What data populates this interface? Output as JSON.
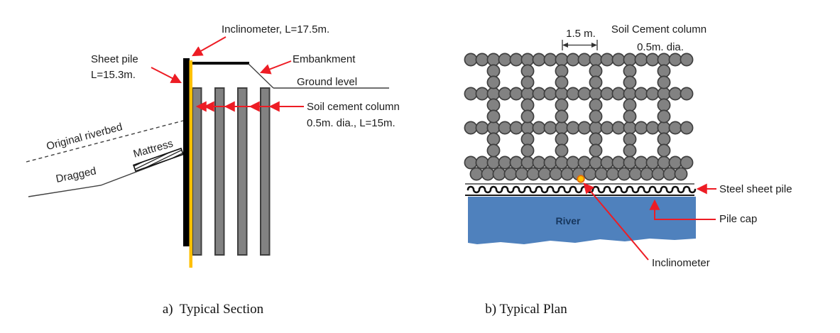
{
  "figure": {
    "section": {
      "caption": "a)  Typical Section",
      "labels": {
        "inclinometer": "Inclinometer, L=17.5m.",
        "sheet_pile_line1": "Sheet pile",
        "sheet_pile_line2": "L=15.3m.",
        "embankment": "Embankment",
        "ground_level": "Ground level",
        "soil_cement_column_line1": "Soil cement column",
        "soil_cement_column_line2": "0.5m. dia., L=15m.",
        "original_riverbed": "Original riverbed",
        "dragged": "Dragged",
        "mattress": "Mattress"
      }
    },
    "plan": {
      "caption": "b) Typical Plan",
      "labels": {
        "spacing_dimension": "1.5 m.",
        "soil_cement_column_line1": "Soil Cement column",
        "soil_cement_column_line2": "0.5m. dia.",
        "river": "River",
        "steel_sheet_pile": "Steel sheet pile",
        "pile_cap": "Pile cap",
        "inclinometer": "Inclinometer"
      },
      "grid": {
        "column_diameter_m": 0.5,
        "column_spacing_m": 1.5
      }
    },
    "colors": {
      "arrow_red": "#ED1C24",
      "column_gray": "#828282",
      "column_outline": "#3f3f3f",
      "inclinometer_yellow": "#FFC000",
      "inclinometer_ring": "#E36C0A",
      "river_blue": "#4F81BD",
      "river_text": "#17375E",
      "pile_black": "#000000"
    }
  }
}
